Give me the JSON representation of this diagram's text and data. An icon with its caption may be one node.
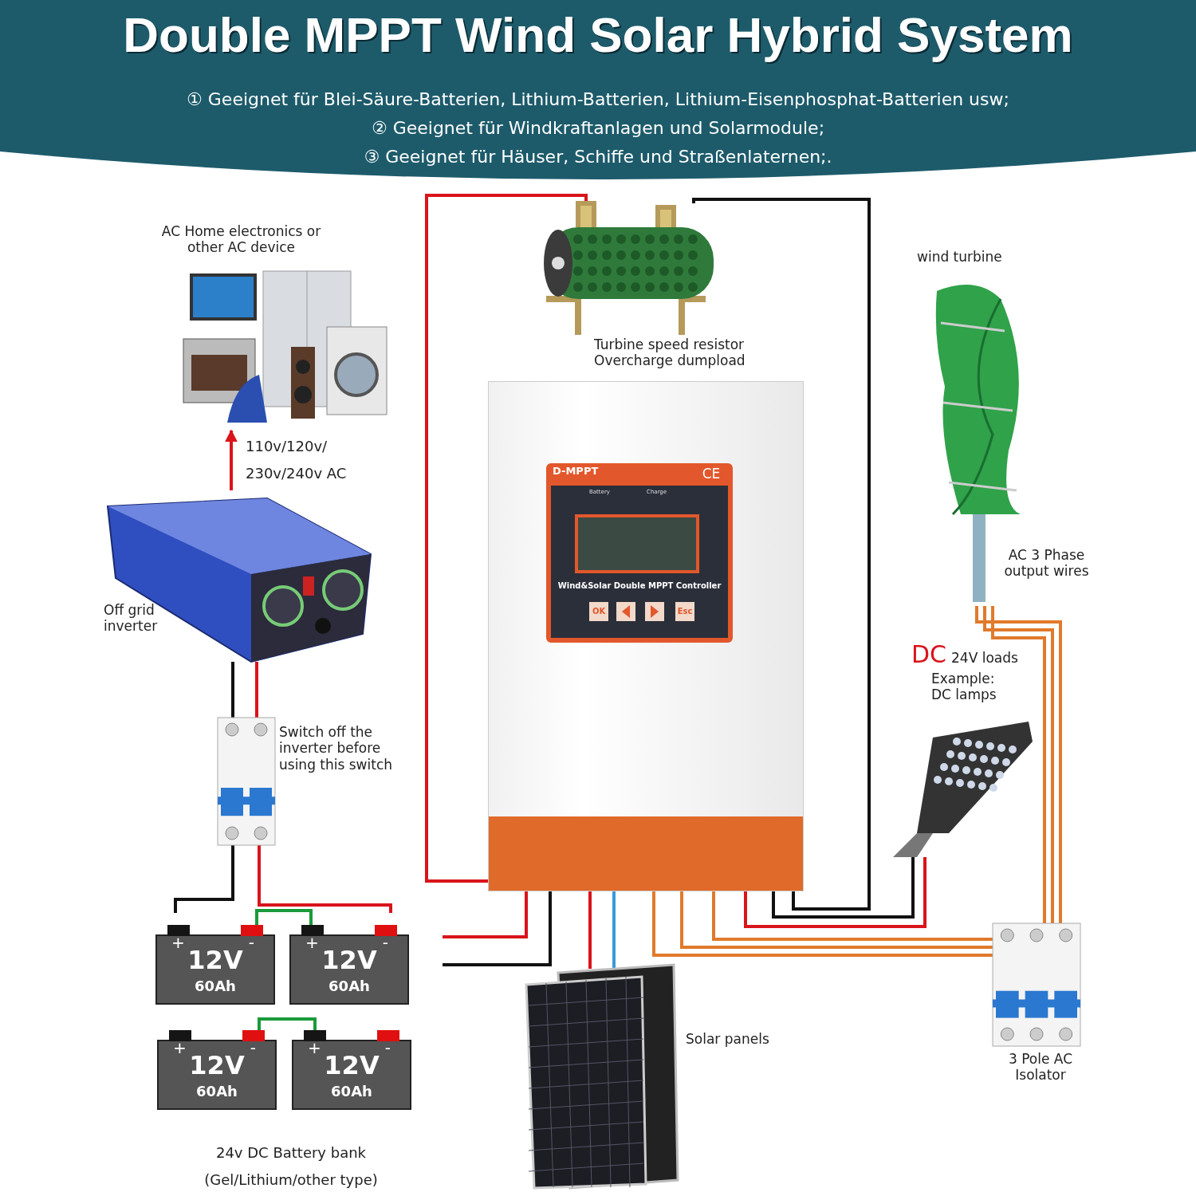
{
  "diagram": {
    "title": "Double MPPT Wind Solar Hybrid System",
    "nodes": [
      {
        "text": [
          "D-MPPT",
          "Wind&Solar Double MPPT Controller"
        ]
      },
      {
        "text": [],
        "shape": "picture",
        "beside": [
          "Turbine speed resistor Overcharge dumpload"
        ]
      },
      {
        "text": [],
        "shape": "picture",
        "beside": [
          "wind turbine",
          "AC 3 Phase output wires"
        ]
      },
      {
        "text": [],
        "shape": "picture",
        "beside": [
          "AC Home electronics or other AC device"
        ]
      },
      {
        "text": [],
        "shape": "picture",
        "beside": [
          "Off grid inverter"
        ]
      },
      {
        "text": [],
        "shape": "picture",
        "beside": [
          "Switch off the inverter before using this switch"
        ]
      },
      {
        "text": [
          "24v DC Battery bank",
          "(Gel/Lithium/other type)"
        ]
      },
      {
        "text": [
          "+",
          "-",
          "12V",
          "60Ah"
        ],
        "in": 6
      },
      {
        "text": [
          "+",
          "-",
          "12V",
          "60Ah"
        ],
        "in": 6
      },
      {
        "text": [
          "+",
          "-",
          "12V",
          "60Ah"
        ],
        "in": 6
      },
      {
        "text": [
          "+",
          "-",
          "12V",
          "60Ah"
        ],
        "in": 6
      },
      {
        "text": [],
        "shape": "picture",
        "beside": [
          "Solar panels"
        ]
      },
      {
        "text": [],
        "shape": "picture",
        "beside": [
          "DC",
          "24V loads",
          "Example: DC lamps"
        ]
      },
      {
        "text": [],
        "shape": "picture",
        "beside": [
          "3 Pole AC Isolator"
        ]
      }
    ],
    "edges": [
      {
        "from": 4,
        "to": 3,
        "arrow": "to",
        "label": "110v/120v/ 230v/240v AC",
        "color": "#d9141b"
      },
      {
        "from": 4,
        "to": 5,
        "arrow": "none",
        "color": "#111111"
      },
      {
        "from": 4,
        "to": 5,
        "arrow": "none",
        "color": "#d9141b"
      },
      {
        "from": 5,
        "to": 6,
        "arrow": "none",
        "color": "#111111"
      },
      {
        "from": 5,
        "to": 6,
        "arrow": "none",
        "color": "#d9141b"
      },
      {
        "from": 6,
        "to": 0,
        "arrow": "none",
        "color": "#d9141b"
      },
      {
        "from": 6,
        "to": 0,
        "arrow": "none",
        "color": "#111111"
      },
      {
        "from": 7,
        "to": 8,
        "arrow": "none",
        "color": "#1a9a3a"
      },
      {
        "from": 9,
        "to": 10,
        "arrow": "none",
        "color": "#1a9a3a"
      },
      {
        "from": 0,
        "to": 1,
        "arrow": "none",
        "color": "#d9141b"
      },
      {
        "from": 0,
        "to": 1,
        "arrow": "none",
        "color": "#111111"
      },
      {
        "from": 0,
        "to": 11,
        "arrow": "none",
        "color": "#d9141b"
      },
      {
        "from": 0,
        "to": 11,
        "arrow": "none",
        "color": "#3a9ad9"
      },
      {
        "from": 0,
        "to": 12,
        "arrow": "none",
        "color": "#d9141b"
      },
      {
        "from": 0,
        "to": 12,
        "arrow": "none",
        "color": "#111111"
      },
      {
        "from": 0,
        "to": 13,
        "arrow": "none",
        "color": "#e07a2c"
      },
      {
        "from": 0,
        "to": 13,
        "arrow": "none",
        "color": "#e07a2c"
      },
      {
        "from": 0,
        "to": 13,
        "arrow": "none",
        "color": "#e07a2c"
      },
      {
        "from": 13,
        "to": 2,
        "arrow": "none",
        "color": "#e07a2c"
      },
      {
        "from": 13,
        "to": 2,
        "arrow": "none",
        "color": "#e07a2c"
      },
      {
        "from": 13,
        "to": 2,
        "arrow": "none",
        "color": "#e07a2c"
      }
    ],
    "labels": [
      "① Geeignet für Blei-Säure-Batterien, Lithium-Batterien, Lithium-Eisenphosphat-Batterien usw;",
      "② Geeignet für Windkraftanlagen und Solarmodule;",
      "③ Geeignet für Häuser, Schiffe und Straßenlaternen;.",
      "CE",
      "Battery",
      "Charge",
      "OK",
      "Esc"
    ]
  }
}
